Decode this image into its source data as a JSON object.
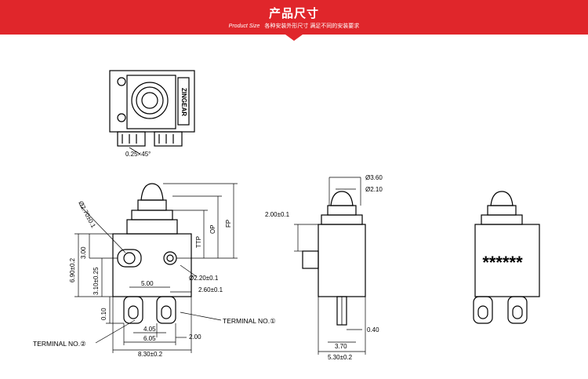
{
  "header": {
    "title": "产品尺寸",
    "subtitle_en": "Product Size",
    "subtitle_cn": "各种安装外形尺寸 满足不同的安装要求",
    "bg_color": "#e0262b"
  },
  "diagram": {
    "brand_marking": "ZINGEAR",
    "chamfer": "0.25×45°",
    "dims": {
      "hole_dia": "Ø2.70±0.1",
      "height_3": "3.00",
      "height_69": "6.90±0.2",
      "height_31": "3.10±0.25",
      "pin_len": "0.10",
      "hole_spacing": "5.00",
      "hole_dia2": "Ø2.20±0.1",
      "offset_26": "2.60±0.1",
      "ttp": "TTP",
      "op": "OP",
      "fp": "FP",
      "pitch": "4.05",
      "span": "6.05",
      "width": "8.30±0.2",
      "pin_w": "2.00",
      "side_200": "2.00±0.1",
      "plunger_36": "Ø3.60",
      "plunger_21": "Ø2.10",
      "base_37": "3.70",
      "depth": "5.30±0.2",
      "pin_04": "0.40"
    },
    "terminal_1": "TERMINAL NO.①",
    "terminal_2": "TERMINAL NO.②",
    "masked_text": "******"
  }
}
